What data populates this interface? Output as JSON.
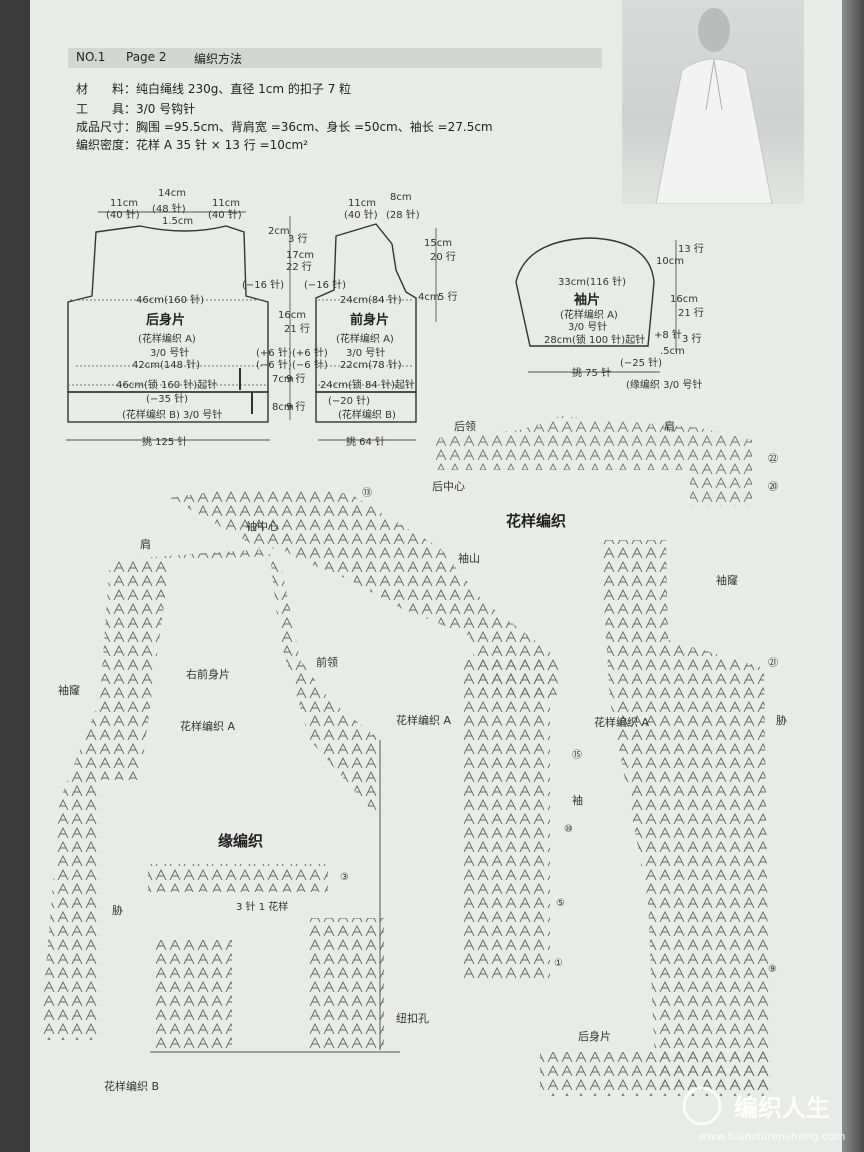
{
  "header": {
    "no": "NO.1",
    "page": "Page 2",
    "title": "编织方法"
  },
  "specs": [
    {
      "label": "材　　料：",
      "value": "纯白绳线 230g、直径 1cm 的扣子 7 粒"
    },
    {
      "label": "工　　具：",
      "value": "3/0 号钩针"
    },
    {
      "label": "成品尺寸：",
      "value": "胸围 =95.5cm、背肩宽 =36cm、身长 =50cm、袖长 =27.5cm"
    },
    {
      "label": "编织密度：",
      "value": "花样 A  35 针 × 13 行 =10cm²"
    }
  ],
  "back_body": {
    "title": "后身片",
    "pattern": "(花样编织 A)",
    "hook": "3/0 号针",
    "w_left": "11cm",
    "w_left_st": "(40 针)",
    "w_mid": "14cm",
    "w_mid_st": "(48 针)",
    "neck_drop": "1.5cm",
    "w_right": "11cm",
    "w_right_st": "(40 针)",
    "bust": "46cm(160 针)",
    "waist": "42cm(148 针)",
    "hem": "46cm(锁 160 针)起针",
    "dec": "(−35 针)",
    "border": "(花样编织 B) 3/0 号针",
    "pickup": "挑 125 针",
    "inc_note": "(+6 针)",
    "dec_note": "(−6 针)",
    "arm_note": "(−16 针)"
  },
  "front_body": {
    "title": "前身片",
    "pattern": "(花样编织 A)",
    "hook": "3/0 号针",
    "w_left": "11cm",
    "w_left_st": "(40 针)",
    "w_right": "8cm",
    "w_right_st": "(28 针)",
    "bust": "24cm(84 针)",
    "waist": "22cm(78 针)",
    "hem": "24cm(锁 84 针)起针",
    "dec": "(−20 针)",
    "border": "(花样编织 B)",
    "pickup": "挑 64 针",
    "inc_note": "(+6 针)",
    "dec_note": "(−6 针)",
    "arm_note": "(−16 针)"
  },
  "side_measures": {
    "m1": "2cm",
    "r1": "3 行",
    "m2": "17cm",
    "r2": "22 行",
    "m3": "16cm",
    "r3": "21 行",
    "m4": "7cm",
    "r4": "9 行",
    "m5": "8cm",
    "r5": "9 行",
    "m6": "15cm",
    "r6": "20 行",
    "m7": "4cm",
    "r7": "5 行"
  },
  "sleeve": {
    "title": "袖片",
    "pattern": "(花样编织 A)",
    "hook": "3/0 号针",
    "top": "33cm(116 针)",
    "bottom": "28cm(锁 100 针)起针",
    "dec": "(−25 针)",
    "pickup": "挑 75 针",
    "edge": "(缘编织 3/0 号针",
    "h1": "10cm",
    "h1r": "13 行",
    "h2": "16cm",
    "h2r": "21 行",
    "h3": ".5cm",
    "h3r": "3 行",
    "inc": "+8 针"
  },
  "labels": {
    "back_neck": "后领",
    "shoulder": "肩",
    "back_center": "后中心",
    "pattern_title": "花样编织",
    "sleeve_center": "袖中心",
    "sleeve_cap": "袖山",
    "shoulder2": "肩",
    "right_front": "右前身片",
    "pattern_a": "花样编织 A",
    "front_neck": "前领",
    "armhole": "袖窿",
    "armhole2": "袖窿",
    "pattern_a2": "花样编织 A",
    "pattern_a3": "花样编织 A",
    "sleeve": "袖",
    "side": "胁",
    "side2": "胁",
    "edging": "缘编织",
    "edging_repeat": "3 针 1 花样",
    "buttonhole": "纽扣孔",
    "pattern_b": "花样编织 B",
    "back_body_lbl": "后身片"
  },
  "row_marks": [
    "①",
    "⑤",
    "⑩",
    "⑬",
    "⑮",
    "⑳",
    "㉑",
    "㉒",
    "⑨",
    "③"
  ],
  "watermark": {
    "brand": "编织人生",
    "url": "www.bianzhirensheng.com"
  }
}
